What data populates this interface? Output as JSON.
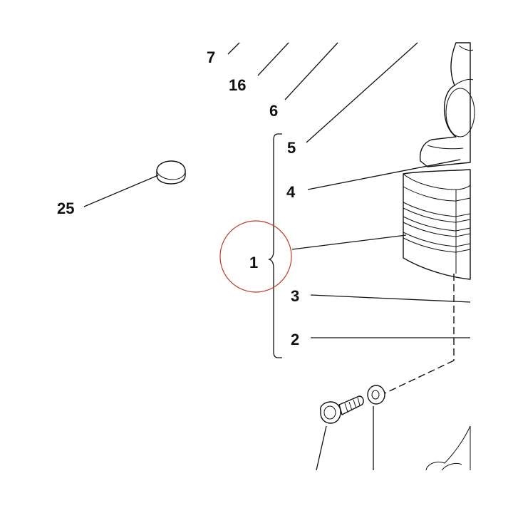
{
  "callouts": {
    "c7": "7",
    "c16": "16",
    "c6": "6",
    "c5": "5",
    "c4": "4",
    "c1": "1",
    "c3": "3",
    "c2": "2",
    "c25": "25"
  },
  "colors": {
    "ink": "#111111",
    "highlight_circle": "#c0392b",
    "background": "#ffffff"
  }
}
